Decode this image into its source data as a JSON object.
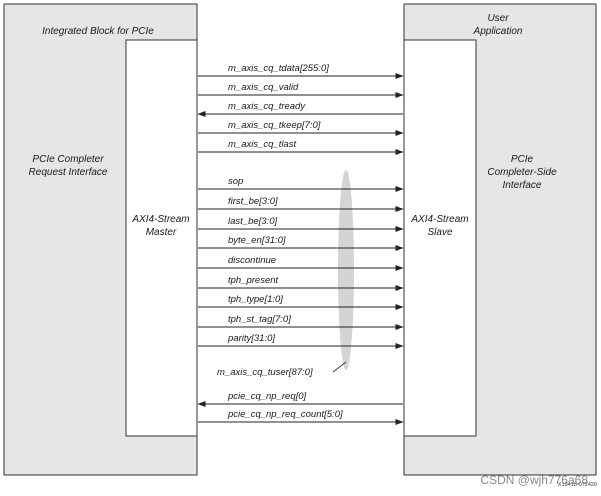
{
  "blocks": {
    "left_outer": {
      "title": "Integrated Block for PCIe",
      "lines": [
        "PCIe Completer",
        "Request Interface"
      ]
    },
    "left_inner": {
      "lines": [
        "AXI4-Stream",
        "Master"
      ]
    },
    "right_outer": {
      "title_lines": [
        "User",
        "Application"
      ],
      "lines": [
        "PCIe",
        "Completer-Side",
        "Interface"
      ]
    },
    "right_inner": {
      "lines": [
        "AXI4-Stream",
        "Slave"
      ]
    }
  },
  "signals": [
    {
      "name": "m_axis_cq_tdata[255:0]",
      "direction": "right"
    },
    {
      "name": "m_axis_cq_valid",
      "direction": "right"
    },
    {
      "name": "m_axis_cq_tready",
      "direction": "left"
    },
    {
      "name": "m_axis_cq_tkeep[7:0]",
      "direction": "right"
    },
    {
      "name": "m_axis_cq_tlast",
      "direction": "right"
    },
    {
      "name": "sop",
      "direction": "right"
    },
    {
      "name": "first_be[3:0]",
      "direction": "right"
    },
    {
      "name": "last_be[3:0]",
      "direction": "right"
    },
    {
      "name": "byte_en[31:0]",
      "direction": "right"
    },
    {
      "name": "discontinue",
      "direction": "right"
    },
    {
      "name": "tph_present",
      "direction": "right"
    },
    {
      "name": "tph_type[1:0]",
      "direction": "right"
    },
    {
      "name": "tph_st_tag[7:0]",
      "direction": "right"
    },
    {
      "name": "parity[31:0]",
      "direction": "right"
    },
    {
      "name": "pcie_cq_np_req[0]",
      "direction": "left"
    },
    {
      "name": "pcie_cq_np_req_count[5:0]",
      "direction": "right"
    }
  ],
  "user_bus_label": "m_axis_cq_tuser[87:0]",
  "figure_id": "X19418-072420",
  "watermark": "CSDN @wjh776a68",
  "colors": {
    "block_fill": "#e6e6e6",
    "inner_fill": "#ffffff",
    "stroke": "#333333",
    "ellipse": "#d4d4d4"
  }
}
